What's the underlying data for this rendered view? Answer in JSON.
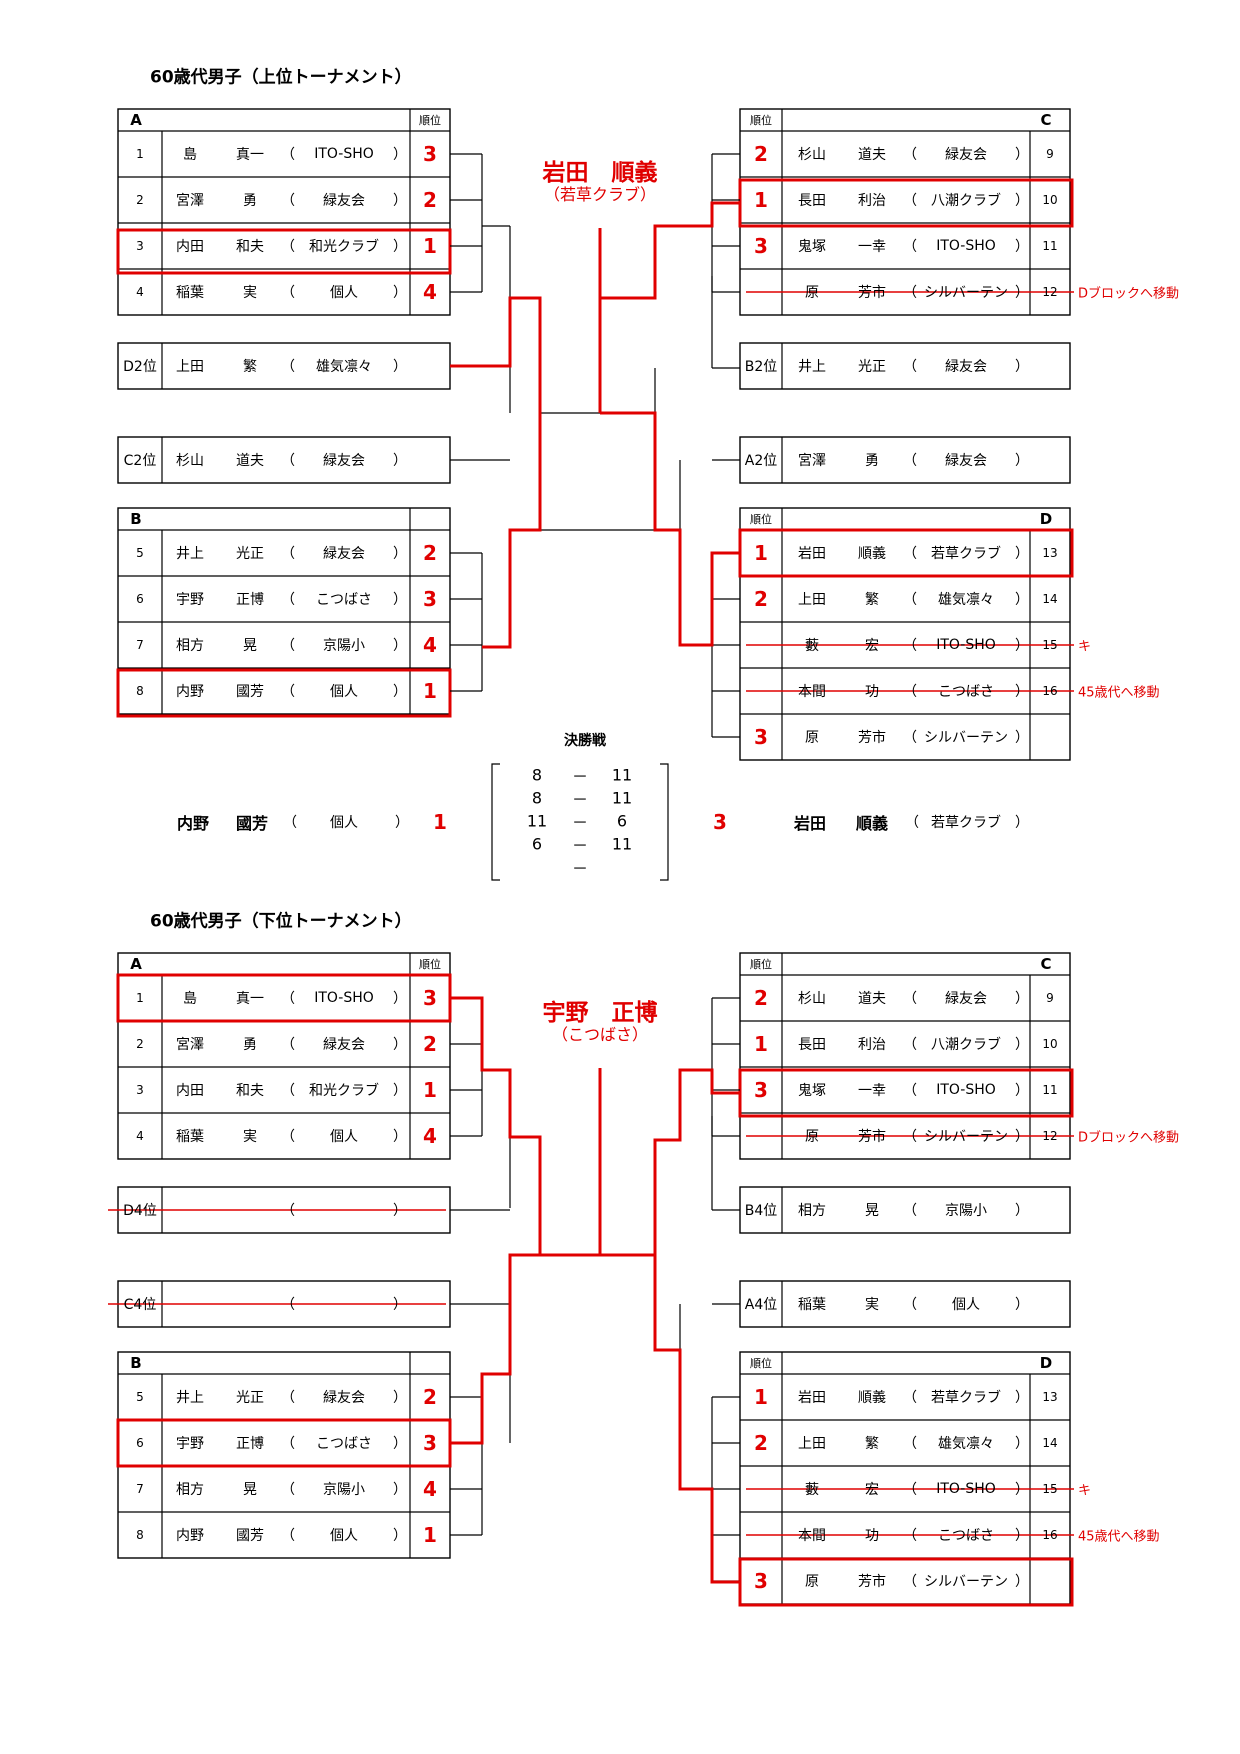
{
  "sections": [
    {
      "title": "60歳代男子（上位トーナメント）",
      "rank_header": "順位",
      "champion": {
        "name": "岩田　順義",
        "club": "（若草クラブ）"
      },
      "groups": [
        {
          "id": "A",
          "rows": [
            {
              "no": "1",
              "sei": "島",
              "mei": "真一",
              "club": "ITO-SHO",
              "rank": "3"
            },
            {
              "no": "2",
              "sei": "宮澤",
              "mei": "勇",
              "club": "緑友会",
              "rank": "2"
            },
            {
              "no": "3",
              "sei": "内田",
              "mei": "和夫",
              "club": "和光クラブ",
              "rank": "1"
            },
            {
              "no": "4",
              "sei": "稲葉",
              "mei": "実",
              "club": "個人",
              "rank": "4"
            }
          ]
        },
        {
          "id": "B",
          "rows": [
            {
              "no": "5",
              "sei": "井上",
              "mei": "光正",
              "club": "緑友会",
              "rank": "2"
            },
            {
              "no": "6",
              "sei": "宇野",
              "mei": "正博",
              "club": "こつばさ",
              "rank": "3"
            },
            {
              "no": "7",
              "sei": "相方",
              "mei": "晃",
              "club": "京陽小",
              "rank": "4"
            },
            {
              "no": "8",
              "sei": "内野",
              "mei": "國芳",
              "club": "個人",
              "rank": "1"
            }
          ]
        },
        {
          "id": "C",
          "rows": [
            {
              "no": "9",
              "sei": "杉山",
              "mei": "道夫",
              "club": "緑友会",
              "rank": "2"
            },
            {
              "no": "10",
              "sei": "長田",
              "mei": "利治",
              "club": "八潮クラブ",
              "rank": "1"
            },
            {
              "no": "11",
              "sei": "鬼塚",
              "mei": "一幸",
              "club": "ITO-SHO",
              "rank": "3"
            },
            {
              "no": "12",
              "sei": "原",
              "mei": "芳市",
              "club": "シルバーテン",
              "rank": "",
              "note": "Dブロックへ移動"
            }
          ]
        },
        {
          "id": "D",
          "rows": [
            {
              "no": "13",
              "sei": "岩田",
              "mei": "順義",
              "club": "若草クラブ",
              "rank": "1"
            },
            {
              "no": "14",
              "sei": "上田",
              "mei": "繁",
              "club": "雄気凛々",
              "rank": "2"
            },
            {
              "no": "15",
              "sei": "藪",
              "mei": "宏",
              "club": "ITO-SHO",
              "rank": "",
              "note": "キ"
            },
            {
              "no": "16",
              "sei": "本間",
              "mei": "功",
              "club": "こつばさ",
              "rank": "",
              "note": "45歳代へ移動"
            },
            {
              "no": "",
              "sei": "原",
              "mei": "芳市",
              "club": "シルバーテン",
              "rank": "3"
            }
          ]
        }
      ],
      "seeds": [
        {
          "label": "D2位",
          "sei": "上田",
          "mei": "繁",
          "club": "雄気凛々"
        },
        {
          "label": "C2位",
          "sei": "杉山",
          "mei": "道夫",
          "club": "緑友会"
        },
        {
          "label": "B2位",
          "sei": "井上",
          "mei": "光正",
          "club": "緑友会"
        },
        {
          "label": "A2位",
          "sei": "宮澤",
          "mei": "勇",
          "club": "緑友会"
        }
      ],
      "final": {
        "label": "決勝戦",
        "left": {
          "sei": "内野",
          "mei": "國芳",
          "club": "個人",
          "games": "1"
        },
        "right": {
          "sei": "岩田",
          "mei": "順義",
          "club": "若草クラブ",
          "games": "3"
        },
        "scores": [
          [
            "8",
            "11"
          ],
          [
            "8",
            "11"
          ],
          [
            "11",
            "6"
          ],
          [
            "6",
            "11"
          ],
          [
            "",
            ""
          ]
        ],
        "dash": "－"
      }
    },
    {
      "title": "60歳代男子（下位トーナメント）",
      "rank_header": "順位",
      "champion": {
        "name": "宇野　正博",
        "club": "（こつばさ）"
      },
      "groups": [
        {
          "id": "A",
          "rows": [
            {
              "no": "1",
              "sei": "島",
              "mei": "真一",
              "club": "ITO-SHO",
              "rank": "3"
            },
            {
              "no": "2",
              "sei": "宮澤",
              "mei": "勇",
              "club": "緑友会",
              "rank": "2"
            },
            {
              "no": "3",
              "sei": "内田",
              "mei": "和夫",
              "club": "和光クラブ",
              "rank": "1"
            },
            {
              "no": "4",
              "sei": "稲葉",
              "mei": "実",
              "club": "個人",
              "rank": "4"
            }
          ]
        },
        {
          "id": "B",
          "rows": [
            {
              "no": "5",
              "sei": "井上",
              "mei": "光正",
              "club": "緑友会",
              "rank": "2"
            },
            {
              "no": "6",
              "sei": "宇野",
              "mei": "正博",
              "club": "こつばさ",
              "rank": "3"
            },
            {
              "no": "7",
              "sei": "相方",
              "mei": "晃",
              "club": "京陽小",
              "rank": "4"
            },
            {
              "no": "8",
              "sei": "内野",
              "mei": "國芳",
              "club": "個人",
              "rank": "1"
            }
          ]
        },
        {
          "id": "C",
          "rows": [
            {
              "no": "9",
              "sei": "杉山",
              "mei": "道夫",
              "club": "緑友会",
              "rank": "2"
            },
            {
              "no": "10",
              "sei": "長田",
              "mei": "利治",
              "club": "八潮クラブ",
              "rank": "1"
            },
            {
              "no": "11",
              "sei": "鬼塚",
              "mei": "一幸",
              "club": "ITO-SHO",
              "rank": "3"
            },
            {
              "no": "12",
              "sei": "原",
              "mei": "芳市",
              "club": "シルバーテン",
              "rank": "",
              "note": "Dブロックへ移動"
            }
          ]
        },
        {
          "id": "D",
          "rows": [
            {
              "no": "13",
              "sei": "岩田",
              "mei": "順義",
              "club": "若草クラブ",
              "rank": "1"
            },
            {
              "no": "14",
              "sei": "上田",
              "mei": "繁",
              "club": "雄気凛々",
              "rank": "2"
            },
            {
              "no": "15",
              "sei": "藪",
              "mei": "宏",
              "club": "ITO-SHO",
              "rank": "",
              "note": "キ"
            },
            {
              "no": "16",
              "sei": "本間",
              "mei": "功",
              "club": "こつばさ",
              "rank": "",
              "note": "45歳代へ移動"
            },
            {
              "no": "",
              "sei": "原",
              "mei": "芳市",
              "club": "シルバーテン",
              "rank": "3"
            }
          ]
        }
      ],
      "seeds": [
        {
          "label": "D4位",
          "sei": "",
          "mei": "",
          "club": ""
        },
        {
          "label": "C4位",
          "sei": "",
          "mei": "",
          "club": ""
        },
        {
          "label": "B4位",
          "sei": "相方",
          "mei": "晃",
          "club": "京陽小"
        },
        {
          "label": "A4位",
          "sei": "稲葉",
          "mei": "実",
          "club": "個人"
        }
      ]
    }
  ]
}
